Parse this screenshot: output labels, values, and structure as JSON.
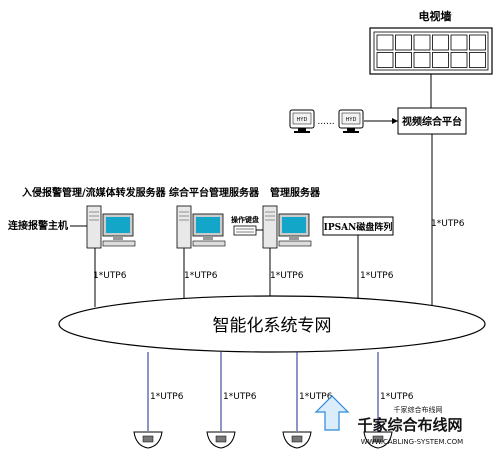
{
  "labels": {
    "video_wall": "电视墙",
    "video_platform": "视频综合平台",
    "dots": "......",
    "monitor_text": "HYD",
    "intrusion_server": "入侵报警管理/流媒体转发服务器",
    "integrated_server": "综合平台管理服务器",
    "management_server": "管理服务器",
    "alarm_host": "连接报警主机",
    "keyboard": "操作键盘",
    "ipsan": "IPSAN磁盘阵列",
    "network": "智能化系统专网",
    "utp": "1*UTP6"
  },
  "watermark": {
    "line1": "千家综合布线网",
    "line2": "WWW.CABLING-SYSTEM.COM",
    "line3": "千家综合布线网"
  },
  "colors": {
    "line": "#000000",
    "camera_line": "#1f2a8c",
    "screen": "#14a6c9",
    "watermark_blue": "#1a7fd6",
    "watermark_green": "#2aa84a"
  }
}
